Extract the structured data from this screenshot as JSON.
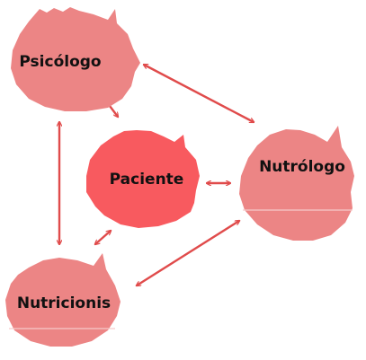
{
  "nodes": {
    "psicologo": {
      "label": "Psicólogo"
    },
    "paciente": {
      "label": "Paciente"
    },
    "nutrologo": {
      "label": "Nutrólogo"
    },
    "nutricionista": {
      "label": "Nutricionis"
    }
  },
  "edges": [
    {
      "from": "psicologo",
      "to": "nutrologo"
    },
    {
      "from": "psicologo",
      "to": "paciente"
    },
    {
      "from": "psicologo",
      "to": "nutricionista"
    },
    {
      "from": "paciente",
      "to": "nutrologo"
    },
    {
      "from": "paciente",
      "to": "nutricionista"
    },
    {
      "from": "nutricionista",
      "to": "nutrologo"
    }
  ],
  "colors": {
    "node": "#ec8585",
    "center_node": "#f85a5f",
    "arrow": "#e04b4b",
    "text": "#111111"
  }
}
